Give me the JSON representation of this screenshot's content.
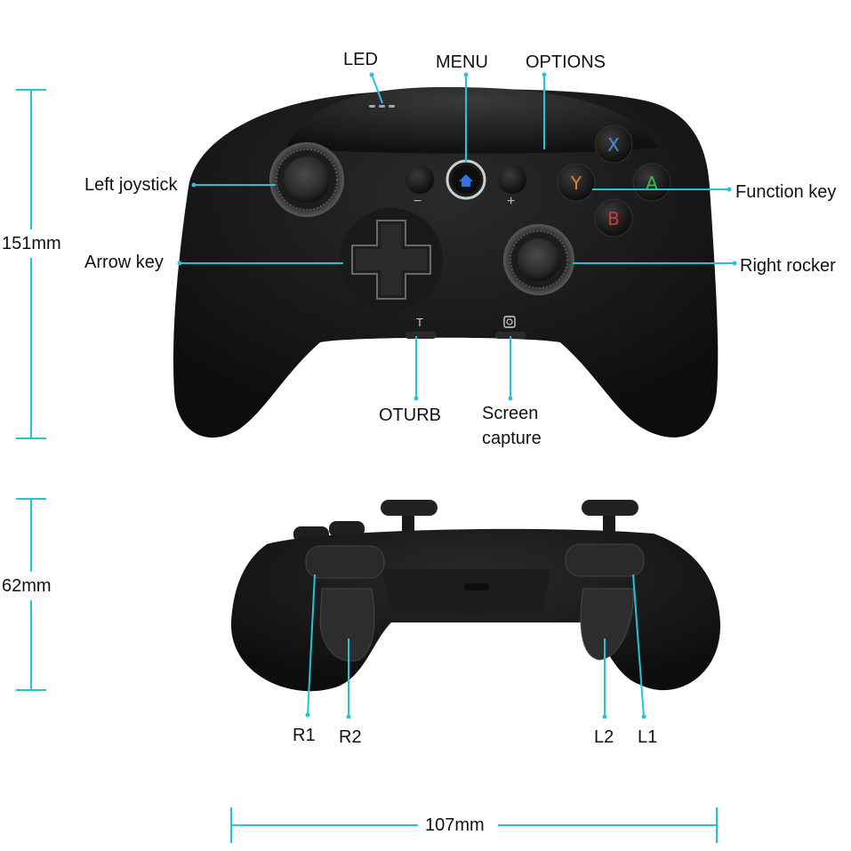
{
  "colors": {
    "leader": "#25c3d6",
    "body": "#151515",
    "accent_blue": "#2c74e0"
  },
  "labels": {
    "led": "LED",
    "menu": "MENU",
    "options": "OPTIONS",
    "left_joystick": "Left joystick",
    "function_key": "Function key",
    "arrow_key": "Arrow key",
    "right_rocker": "Right rocker",
    "oturb": "OTURB",
    "screen_capture_1": "Screen",
    "screen_capture_2": "capture",
    "r1": "R1",
    "r2": "R2",
    "l2": "L2",
    "l1": "L1"
  },
  "dimensions": {
    "height_front": "151mm",
    "height_back": "62mm",
    "width": "107mm"
  },
  "button_glyphs": {
    "minus": "−",
    "plus": "+",
    "turbo": "T"
  }
}
